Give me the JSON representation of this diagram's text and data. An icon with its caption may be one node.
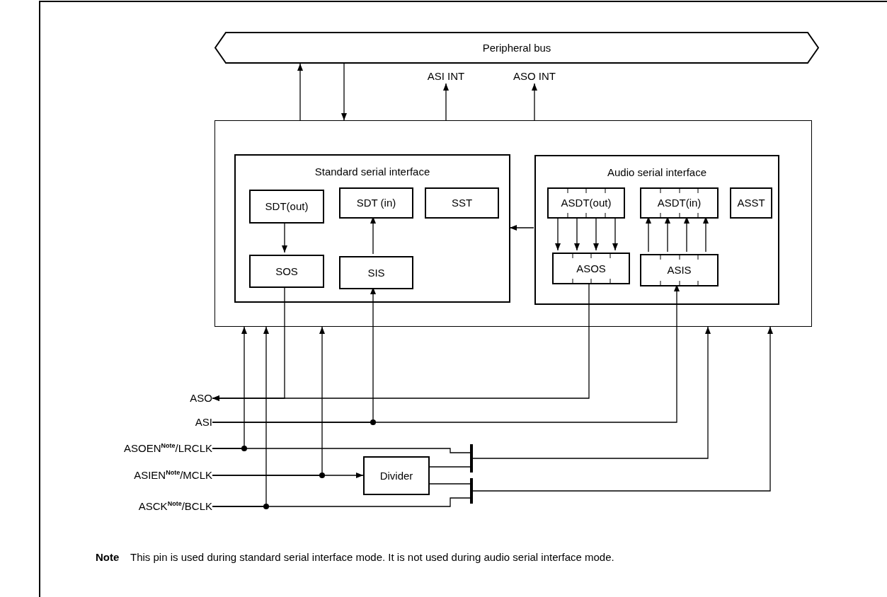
{
  "diagram": {
    "nodes": [
      {
        "text": [
          "Peripheral bus"
        ]
      },
      {
        "text": [],
        "shape": "box"
      },
      {
        "text": [
          "Standard serial interface"
        ],
        "in": 1
      },
      {
        "text": [
          "SDT(out)"
        ],
        "in": 2
      },
      {
        "text": [
          "SDT (in)"
        ],
        "in": 2
      },
      {
        "text": [
          "SST"
        ],
        "in": 2
      },
      {
        "text": [
          "SOS"
        ],
        "in": 2
      },
      {
        "text": [
          "SIS"
        ],
        "in": 2
      },
      {
        "text": [
          "Audio serial interface"
        ],
        "in": 1
      },
      {
        "text": [
          "ASDT(out)"
        ],
        "in": 8
      },
      {
        "text": [
          "ASDT(in)"
        ],
        "in": 8
      },
      {
        "text": [
          "ASST"
        ],
        "in": 8
      },
      {
        "text": [
          "ASOS"
        ],
        "in": 8
      },
      {
        "text": [
          "ASIS"
        ],
        "in": 8
      },
      {
        "text": [
          "ASI INT"
        ]
      },
      {
        "text": [
          "ASO INT"
        ]
      },
      {
        "text": [
          "ASO"
        ]
      },
      {
        "text": [
          "ASI"
        ]
      },
      {
        "text": [
          "ASOEN$^{Note}$/LRCLK"
        ]
      },
      {
        "text": [
          "ASIEN$^{Note}$/MCLK"
        ]
      },
      {
        "text": [
          "ASCK$^{Note}$/BCLK"
        ]
      },
      {
        "text": [
          "Divider"
        ]
      },
      {
        "text": [],
        "shape": "bar"
      },
      {
        "text": [],
        "shape": "bar"
      }
    ],
    "edges": [
      {
        "from": 1,
        "to": 0,
        "arrow": "to"
      },
      {
        "from": 0,
        "to": 1,
        "arrow": "to"
      },
      {
        "from": 1,
        "to": 14,
        "arrow": "to"
      },
      {
        "from": 1,
        "to": 15,
        "arrow": "to"
      },
      {
        "from": 3,
        "to": 6,
        "arrow": "to"
      },
      {
        "from": 7,
        "to": 4,
        "arrow": "to"
      },
      {
        "from": 8,
        "to": 2,
        "arrow": "to"
      },
      {
        "from": 9,
        "to": 12,
        "arrow": "to"
      },
      {
        "from": 9,
        "to": 12,
        "arrow": "to"
      },
      {
        "from": 9,
        "to": 12,
        "arrow": "to"
      },
      {
        "from": 9,
        "to": 12,
        "arrow": "to"
      },
      {
        "from": 13,
        "to": 10,
        "arrow": "to"
      },
      {
        "from": 13,
        "to": 10,
        "arrow": "to"
      },
      {
        "from": 13,
        "to": 10,
        "arrow": "to"
      },
      {
        "from": 13,
        "to": 10,
        "arrow": "to"
      },
      {
        "from": 6,
        "to": 16,
        "arrow": "to"
      },
      {
        "from": 12,
        "to": 16,
        "arrow": "to"
      },
      {
        "from": 17,
        "to": 7,
        "arrow": "to"
      },
      {
        "from": 17,
        "to": 13,
        "arrow": "to"
      },
      {
        "from": 18,
        "to": 1,
        "arrow": "to"
      },
      {
        "from": 18,
        "to": 22,
        "arrow": "none"
      },
      {
        "from": 19,
        "to": 1,
        "arrow": "to"
      },
      {
        "from": 19,
        "to": 21,
        "arrow": "to"
      },
      {
        "from": 20,
        "to": 1,
        "arrow": "to"
      },
      {
        "from": 20,
        "to": 23,
        "arrow": "none"
      },
      {
        "from": 21,
        "to": 22,
        "arrow": "none"
      },
      {
        "from": 21,
        "to": 23,
        "arrow": "none"
      },
      {
        "from": 22,
        "to": 1,
        "arrow": "to"
      },
      {
        "from": 23,
        "to": 1,
        "arrow": "to"
      }
    ],
    "labels": [
      "Note",
      "This pin is used during standard serial interface mode. It is not used during audio serial interface mode."
    ]
  }
}
